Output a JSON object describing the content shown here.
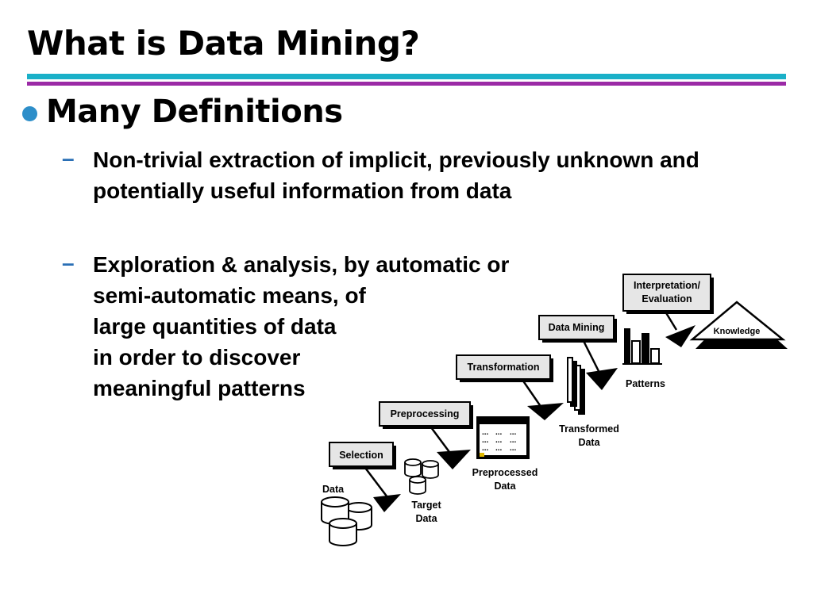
{
  "slide": {
    "title": "What is Data Mining?",
    "bullet": "Many Definitions",
    "dash_symbol": "–",
    "sub_bullets": [
      {
        "text": "Non-trivial extraction of implicit, previously unknown and potentially useful information from data"
      },
      {
        "lines": [
          "Exploration & analysis, by automatic or",
          "semi-automatic means, of",
          "large quantities of data",
          "in order to discover",
          "meaningful patterns"
        ]
      }
    ]
  },
  "diagram": {
    "steps": [
      "Selection",
      "Preprocessing",
      "Transformation",
      "Data Mining"
    ],
    "interpretation": [
      "Interpretation/",
      "Evaluation"
    ],
    "knowledge": "Knowledge",
    "data_label": "Data",
    "target_data": [
      "Target",
      "Data"
    ],
    "preprocessed_data": [
      "Preprocessed",
      "Data"
    ],
    "transformed_data": [
      "Transformed",
      "Data"
    ],
    "patterns": "Patterns",
    "table_dots": "...",
    "colors": {
      "accent_teal": "#1ab0c8",
      "accent_purple": "#9b2aa6",
      "bullet_blue": "#2d8ec9",
      "box_fill": "#e6e6e6"
    }
  }
}
